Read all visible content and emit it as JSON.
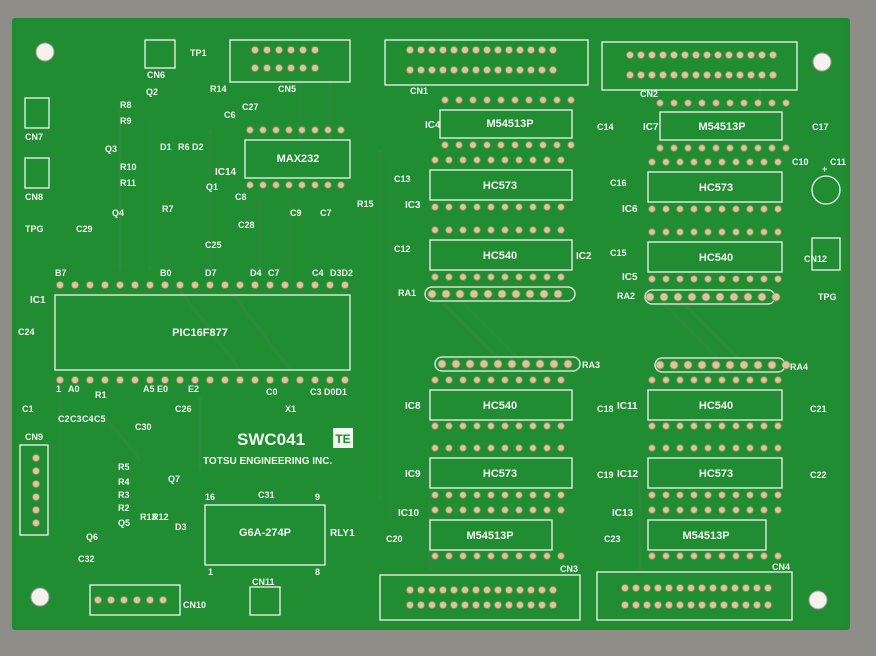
{
  "board": {
    "model": "SWC041",
    "maker": "TOTSU ENGINEERING INC.",
    "logo_text": "TE",
    "colors": {
      "background": "#8f8d88",
      "board": "#1f8a30",
      "silk": "#f2f4ef",
      "pad": "#d8c79a",
      "trace": "#2a8c3a"
    }
  },
  "chips": [
    {
      "ref": "IC4",
      "part": "M54513P"
    },
    {
      "ref": "IC3",
      "part": "HC573"
    },
    {
      "ref": "IC2",
      "part": "HC540"
    },
    {
      "ref": "IC7",
      "part": "M54513P"
    },
    {
      "ref": "IC6",
      "part": "HC573"
    },
    {
      "ref": "IC5",
      "part": "HC540"
    },
    {
      "ref": "IC8",
      "part": "HC540"
    },
    {
      "ref": "IC9",
      "part": "HC573"
    },
    {
      "ref": "IC10",
      "part": "M54513P"
    },
    {
      "ref": "IC11",
      "part": "HC540"
    },
    {
      "ref": "IC12",
      "part": "HC573"
    },
    {
      "ref": "IC13",
      "part": "M54513P"
    },
    {
      "ref": "IC1",
      "part": "PIC16F877"
    },
    {
      "ref": "IC14",
      "part": "MAX232"
    },
    {
      "ref": "RLY1",
      "part": "G6A-274P"
    }
  ],
  "labels": {
    "cn1": "CN1",
    "cn2": "CN2",
    "cn3": "CN3",
    "cn4": "CN4",
    "cn5": "CN5",
    "cn6": "CN6",
    "cn7": "CN7",
    "cn8": "CN8",
    "cn9": "CN9",
    "cn10": "CN10",
    "cn11": "CN11",
    "cn12": "CN12",
    "tp1": "TP1",
    "tpg1": "TPG",
    "tpg2": "TPG",
    "ra1": "RA1",
    "ra2": "RA2",
    "ra3": "RA3",
    "ra4": "RA4",
    "r8": "R8",
    "r9": "R9",
    "r10": "R10",
    "r11": "R11",
    "r14": "R14",
    "r6": "R6",
    "r7": "R7",
    "r15": "R15",
    "r1": "R1",
    "r5": "R5",
    "r4": "R4",
    "r3": "R3",
    "r2": "R2",
    "r13": "R13",
    "r12": "R12",
    "q1": "Q1",
    "q2": "Q2",
    "q3": "Q3",
    "q4": "Q4",
    "q5": "Q5",
    "q6": "Q6",
    "q7": "Q7",
    "d1": "D1",
    "d2": "D2",
    "d3": "D3",
    "c1": "C1",
    "c2": "C2",
    "c3": "C3",
    "c4": "C4",
    "c5": "C5",
    "c6": "C6",
    "c7": "C7",
    "c8": "C8",
    "c9": "C9",
    "c10": "C10",
    "c11": "C11",
    "c12": "C12",
    "c13": "C13",
    "c14": "C14",
    "c15": "C15",
    "c16": "C16",
    "c17": "C17",
    "c18": "C18",
    "c19": "C19",
    "c20": "C20",
    "c21": "C21",
    "c22": "C22",
    "c23": "C23",
    "c24": "C24",
    "c25": "C25",
    "c26": "C26",
    "c27": "C27",
    "c28": "C28",
    "c29": "C29",
    "c30": "C30",
    "c31": "C31",
    "c32": "C32",
    "x1": "X1",
    "b7": "B7",
    "b0": "B0",
    "d7": "D7",
    "d4": "D4",
    "c7pin": "C7",
    "c4pin": "C4",
    "d3d2": "D3D2",
    "pin1": "1",
    "a0": "A0",
    "a5e0": "A5 E0",
    "e2": "E2",
    "c0": "C0",
    "c3d0d1": "C3 D0D1",
    "rly16": "16",
    "rly9": "9",
    "rly1": "1",
    "rly8": "8",
    "plus": "+"
  }
}
